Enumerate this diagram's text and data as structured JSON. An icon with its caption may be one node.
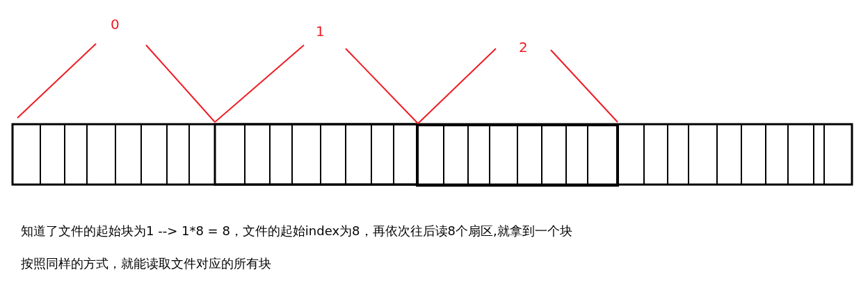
{
  "diagram": {
    "labels": [
      "0",
      "1",
      "2",
      "知道了文件的起始块为1 --> 1*8 = 8，文件的起始index为8，再依次往后读8个扇区,就拿到一个块",
      "按照同样的方式，就能读取文件对应的所有块"
    ]
  }
}
